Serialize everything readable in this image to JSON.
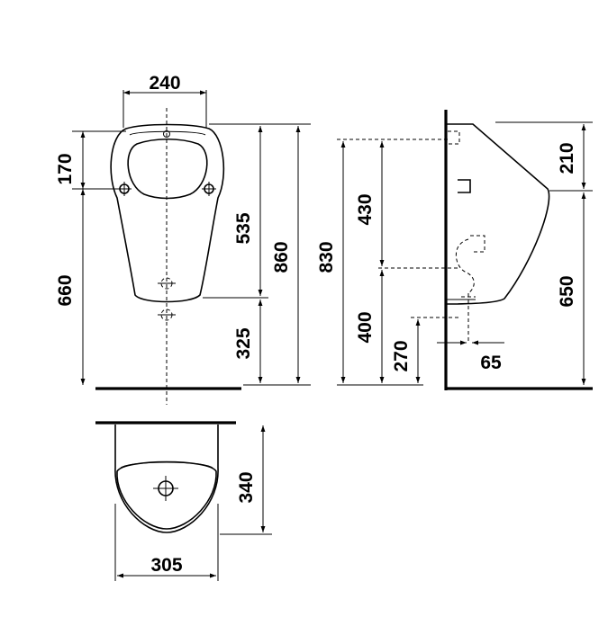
{
  "dimensions": {
    "front_width": "240",
    "flush_offset": "170",
    "fixing_height": "660",
    "bowl_height": "535",
    "total_height": "860",
    "outlet_height": "325",
    "side_total_height": "830",
    "side_upper": "430",
    "side_lower": "400",
    "side_outlet": "270",
    "side_depth_outlet": "65",
    "side_top": "210",
    "side_mount": "650",
    "plan_depth": "340",
    "plan_width": "305"
  }
}
